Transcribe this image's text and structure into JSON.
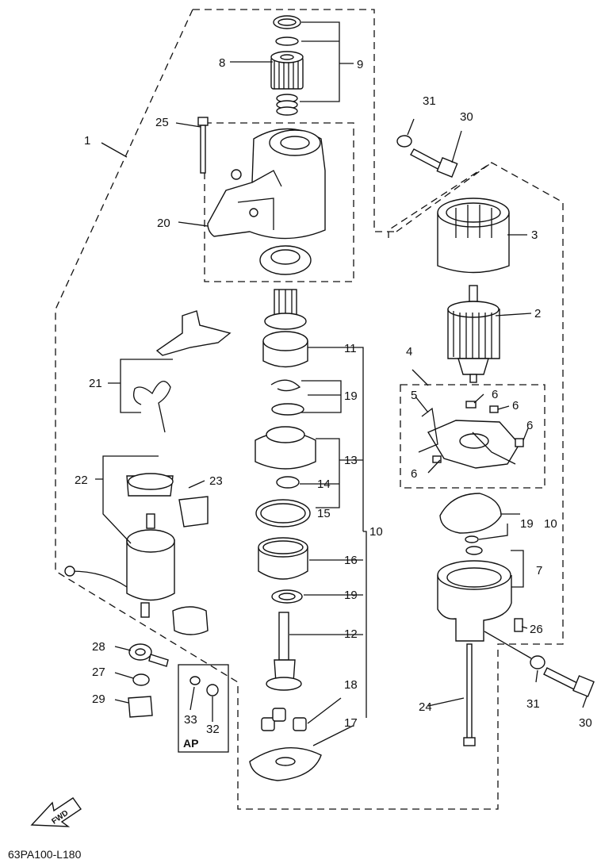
{
  "diagram_code": "63PA100-L180",
  "fwd_label": "FWD",
  "ap_label": "AP",
  "labels": {
    "p1": "1",
    "p2": "2",
    "p3": "3",
    "p4": "4",
    "p5": "5",
    "p6a": "6",
    "p6b": "6",
    "p6c": "6",
    "p6d": "6",
    "p7": "7",
    "p8": "8",
    "p9": "9",
    "p10a": "10",
    "p10b": "10",
    "p11": "11",
    "p12": "12",
    "p13": "13",
    "p14": "14",
    "p15": "15",
    "p16": "16",
    "p17": "17",
    "p18": "18",
    "p19a": "19",
    "p19b": "19",
    "p19c": "19",
    "p20": "20",
    "p21": "21",
    "p22": "22",
    "p23": "23",
    "p24": "24",
    "p25": "25",
    "p26": "26",
    "p27": "27",
    "p28": "28",
    "p29": "29",
    "p30a": "30",
    "p30b": "30",
    "p31a": "31",
    "p31b": "31",
    "p32": "32",
    "p33": "33"
  }
}
